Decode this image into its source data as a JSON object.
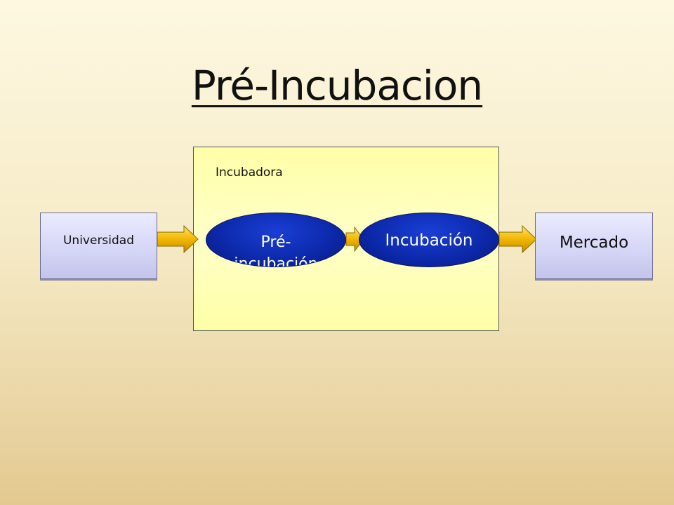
{
  "title": "Pré-Incubacion",
  "container": {
    "label": "Incubadora"
  },
  "nodes": {
    "universidad": "Universidad",
    "pre_incubacion": "Pré-\nincubación",
    "incubacion": "Incubación",
    "mercado": "Mercado"
  },
  "colors": {
    "ellipse_fill": "#0c28a8",
    "box_fill": "#d4d4f6",
    "container_fill": "#ffffb8",
    "arrow_fill": "#f2b600"
  }
}
